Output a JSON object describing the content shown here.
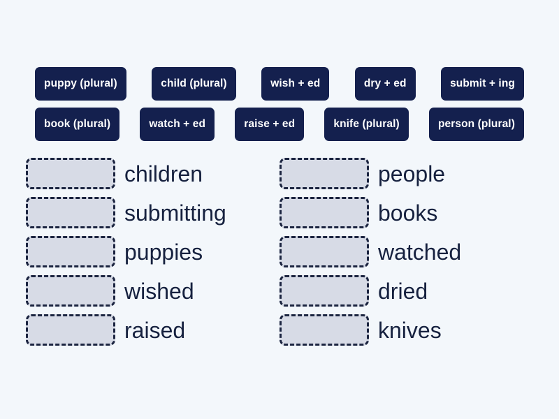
{
  "activity": {
    "type": "match-up",
    "background_color": "#f3f7fb",
    "tile_color": "#14204e",
    "tile_text_color": "#ffffff",
    "drop_zone_fill": "#d7dbe6",
    "drop_zone_border_color": "#1b2440",
    "word_text_color": "#16213f"
  },
  "word_bank": {
    "rows": [
      {
        "tiles": [
          {
            "label": "puppy (plural)"
          },
          {
            "label": "child (plural)"
          },
          {
            "label": "wish + ed"
          },
          {
            "label": "dry + ed"
          },
          {
            "label": "submit + ing"
          }
        ]
      },
      {
        "tiles": [
          {
            "label": "book (plural)"
          },
          {
            "label": "watch + ed"
          },
          {
            "label": "raise + ed"
          },
          {
            "label": "knife (plural)"
          },
          {
            "label": "person (plural)"
          }
        ]
      }
    ]
  },
  "answers": {
    "columns": [
      {
        "rows": [
          {
            "word": "children",
            "drop_zone_value": ""
          },
          {
            "word": "submitting",
            "drop_zone_value": ""
          },
          {
            "word": "puppies",
            "drop_zone_value": ""
          },
          {
            "word": "wished",
            "drop_zone_value": ""
          },
          {
            "word": "raised",
            "drop_zone_value": ""
          }
        ]
      },
      {
        "rows": [
          {
            "word": "people",
            "drop_zone_value": ""
          },
          {
            "word": "books",
            "drop_zone_value": ""
          },
          {
            "word": "watched",
            "drop_zone_value": ""
          },
          {
            "word": "dried",
            "drop_zone_value": ""
          },
          {
            "word": "knives",
            "drop_zone_value": ""
          }
        ]
      }
    ]
  }
}
